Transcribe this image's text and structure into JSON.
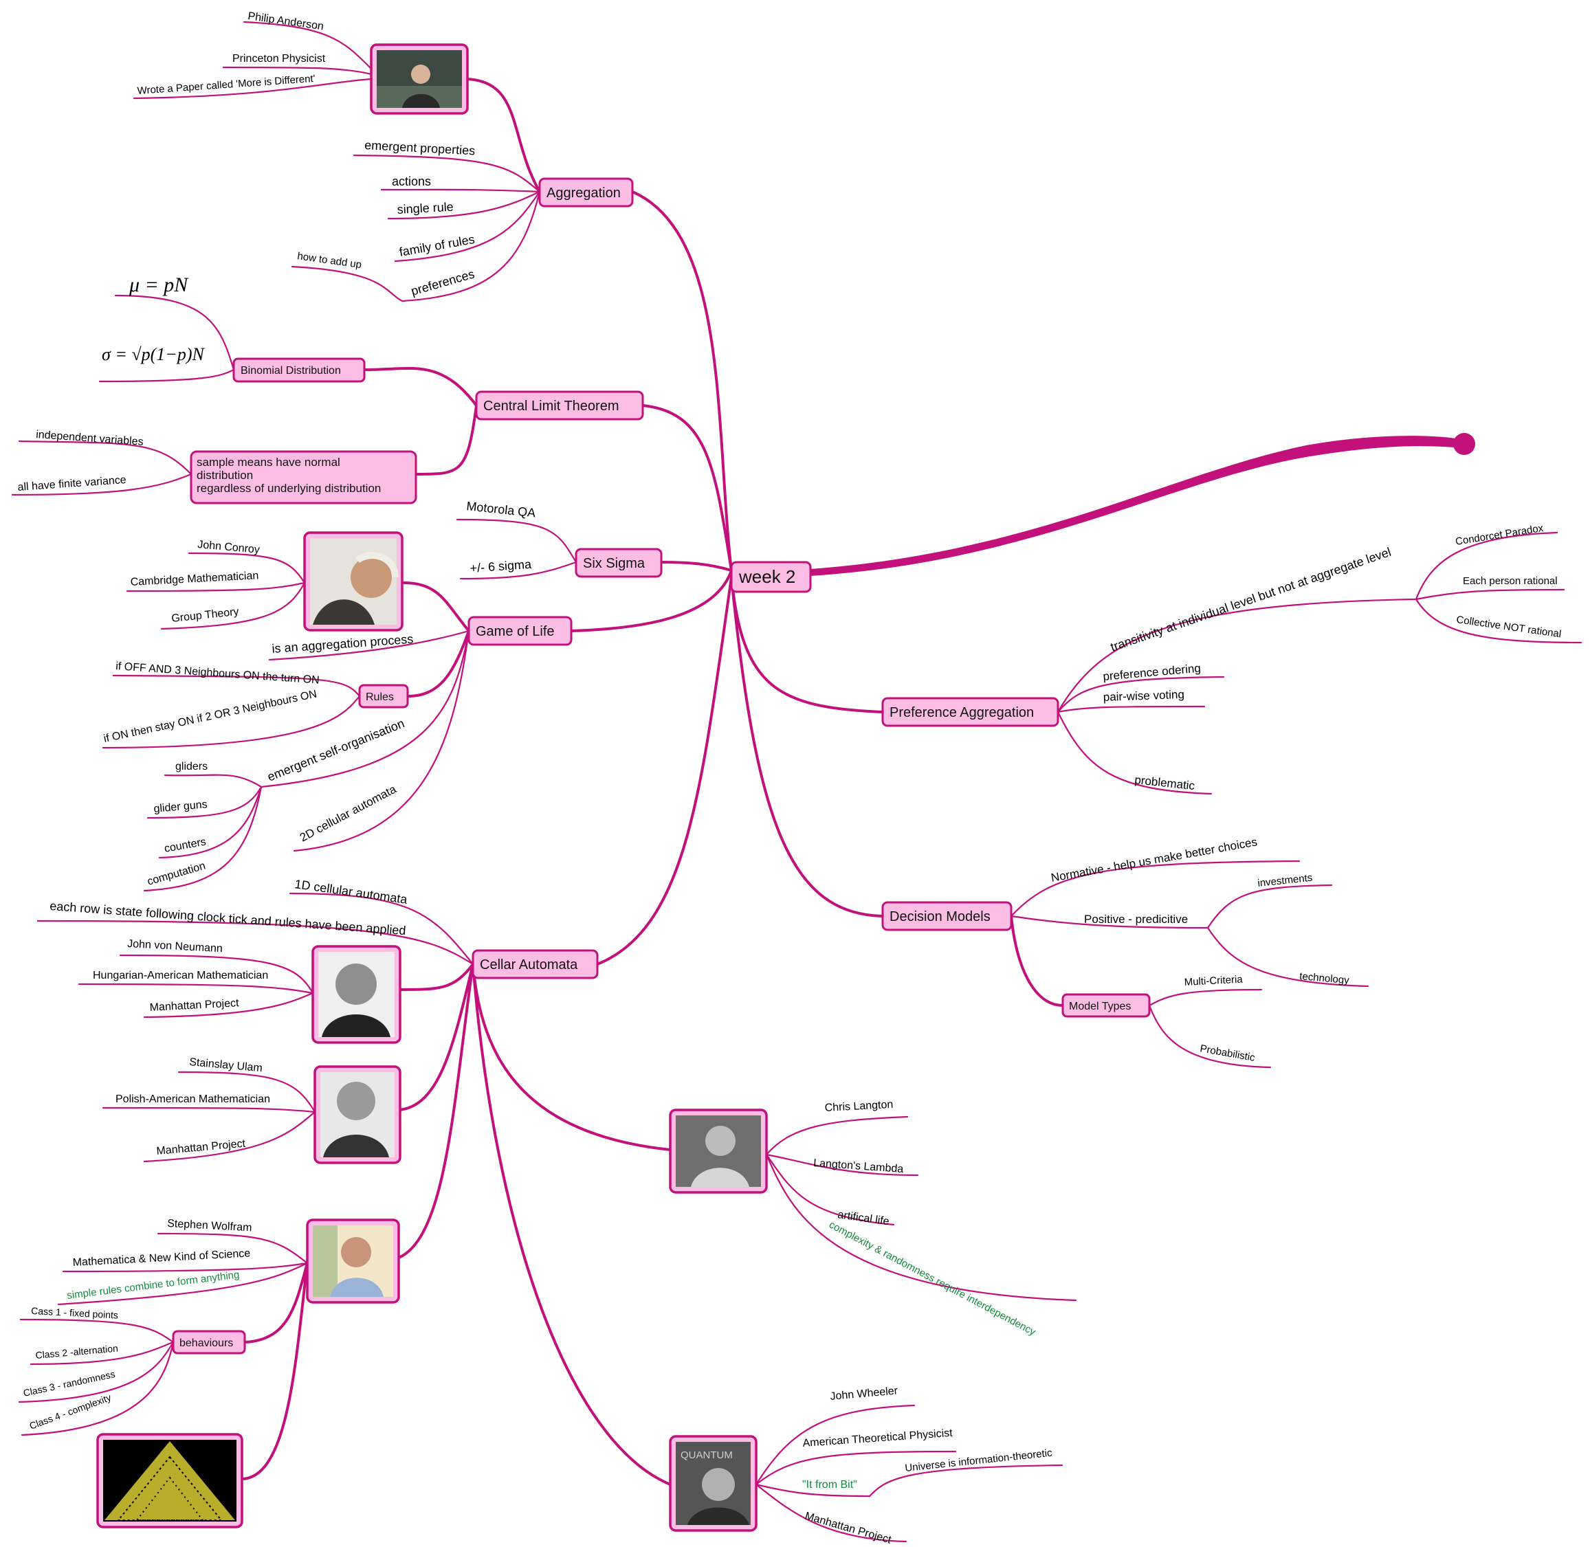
{
  "root": {
    "label": "week 2"
  },
  "topics": {
    "aggregation": {
      "label": "Aggregation",
      "anderson": [
        "Philip Anderson",
        "Princeton Physicist",
        "Wrote a Paper called 'More is Different'"
      ],
      "items": [
        "emergent properties",
        "actions",
        "single rule",
        "family of rules",
        "preferences"
      ],
      "how_to_add_up": "how to add up"
    },
    "clt": {
      "label": "Central Limit Theorem",
      "binomial": "Binomial Distribution",
      "mu_formula": "μ = pN",
      "sigma_formula": "σ = √p(1−p)N",
      "sample_means": [
        "sample means have normal",
        "distribution",
        "regardless of underlying distribution"
      ],
      "sample_items": [
        "independent variables",
        "all have finite variance"
      ]
    },
    "six_sigma": {
      "label": "Six Sigma",
      "items": [
        "Motorola QA",
        "+/- 6 sigma"
      ]
    },
    "game_of_life": {
      "label": "Game of Life",
      "conway": [
        "John Conroy",
        "Cambridge Mathematician",
        "Group Theory"
      ],
      "aggregation_process": "is an aggregation process",
      "rules": "Rules",
      "rule_items": [
        "if OFF AND 3 Neighbours ON the turn ON",
        "if ON then stay ON if 2 OR 3 Neighbours ON"
      ],
      "emergent": "emergent self-organisation",
      "emergent_items": [
        "gliders",
        "glider guns",
        "counters",
        "computation"
      ],
      "cellular_2d": "2D cellular automata"
    },
    "cellular": {
      "label": "Cellar Automata",
      "items": [
        "1D cellular automata",
        "each row is state following clock tick and rules have been applied"
      ],
      "von_neumann": [
        "John von Neumann",
        "Hungarian-American Mathematician",
        "Manhattan Project"
      ],
      "ulam": [
        "Stainslay Ulam",
        "Polish-American Mathematician",
        "Manhattan Project"
      ],
      "wolfram": [
        "Stephen Wolfram",
        "Mathematica & New Kind of Science",
        "simple rules combine to form anything"
      ],
      "behaviours": "behaviours",
      "behaviour_items": [
        "Cass 1 - fixed points",
        "Class 2 -alternation",
        "Class 3 - randomness",
        "Class 4 - complexity"
      ],
      "langton": [
        "Chris Langton",
        "Langton's Lambda",
        "artifical life",
        "complexity & randomness require interdependency"
      ],
      "wheeler": [
        "John Wheeler",
        "American Theoretical Physicist",
        "\"It from Bit\"",
        "Universe is information-theoretic",
        "Manhattan Project"
      ]
    },
    "preference": {
      "label": "Preference Aggregation",
      "transitivity": "transitivity at individual level but not at aggregate level",
      "transitivity_items": [
        "Condorcet Paradox",
        "Each person rational",
        "Collective NOT rational"
      ],
      "items": [
        "preference odering",
        "pair-wise voting",
        "problematic"
      ]
    },
    "decision": {
      "label": "Decision Models",
      "normative": "Normative - help us make better choices",
      "positive": "Positive - predicitive",
      "positive_items": [
        "investments",
        "technology"
      ],
      "model_types": "Model Types",
      "model_type_items": [
        "Multi-Criteria",
        "Probabilistic"
      ]
    }
  },
  "photo_subjects": [
    "Philip Anderson",
    "John Conroy",
    "John von Neumann",
    "Stainslay Ulam",
    "Stephen Wolfram",
    "Chris Langton",
    "John Wheeler"
  ],
  "photo_caption_wheeler": "QUANTUM",
  "colors": {
    "branch": "#c2117a",
    "node_fill": "#fbbde4",
    "green_text": "#138a3c"
  }
}
